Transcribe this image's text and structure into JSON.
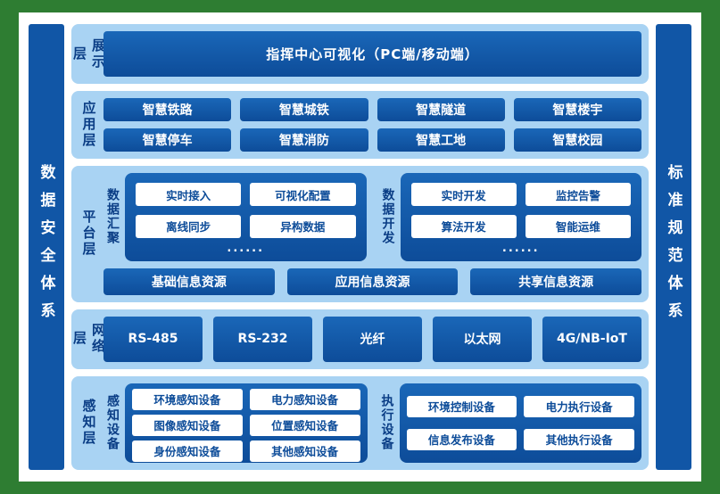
{
  "palette": {
    "frame_green": "#2e7d32",
    "panel_blue": "#0d4c99",
    "panel_blue_light": "#1a67b8",
    "layer_blue": "#a9d3f3",
    "label_blue": "#0a3d85",
    "pillar_blue": "#1156a6"
  },
  "pillars": {
    "left": "数据安全体系",
    "right": "标准规范体系"
  },
  "layers": {
    "display": {
      "label": "展示层",
      "box": "指挥中心可视化（PC端/移动端）"
    },
    "application": {
      "label": "应用层",
      "items": [
        "智慧铁路",
        "智慧城铁",
        "智慧隧道",
        "智慧楼宇",
        "智慧停车",
        "智慧消防",
        "智慧工地",
        "智慧校园"
      ]
    },
    "platform": {
      "label": "平台层",
      "groups": [
        {
          "label": "数据汇聚",
          "items": [
            "实时接入",
            "可视化配置",
            "离线同步",
            "异构数据"
          ],
          "more": "......"
        },
        {
          "label": "数据开发",
          "items": [
            "实时开发",
            "监控告警",
            "算法开发",
            "智能运维"
          ],
          "more": "......"
        }
      ],
      "resources": [
        "基础信息资源",
        "应用信息资源",
        "共享信息资源"
      ]
    },
    "network": {
      "label": "网络层",
      "items": [
        "RS-485",
        "RS-232",
        "光纤",
        "以太网",
        "4G/NB-IoT"
      ]
    },
    "perception": {
      "label": "感知层",
      "groups": [
        {
          "label": "感知设备",
          "items": [
            "环境感知设备",
            "电力感知设备",
            "图像感知设备",
            "位置感知设备",
            "身份感知设备",
            "其他感知设备"
          ]
        },
        {
          "label": "执行设备",
          "items": [
            "环境控制设备",
            "电力执行设备",
            "信息发布设备",
            "其他执行设备"
          ]
        }
      ]
    }
  }
}
